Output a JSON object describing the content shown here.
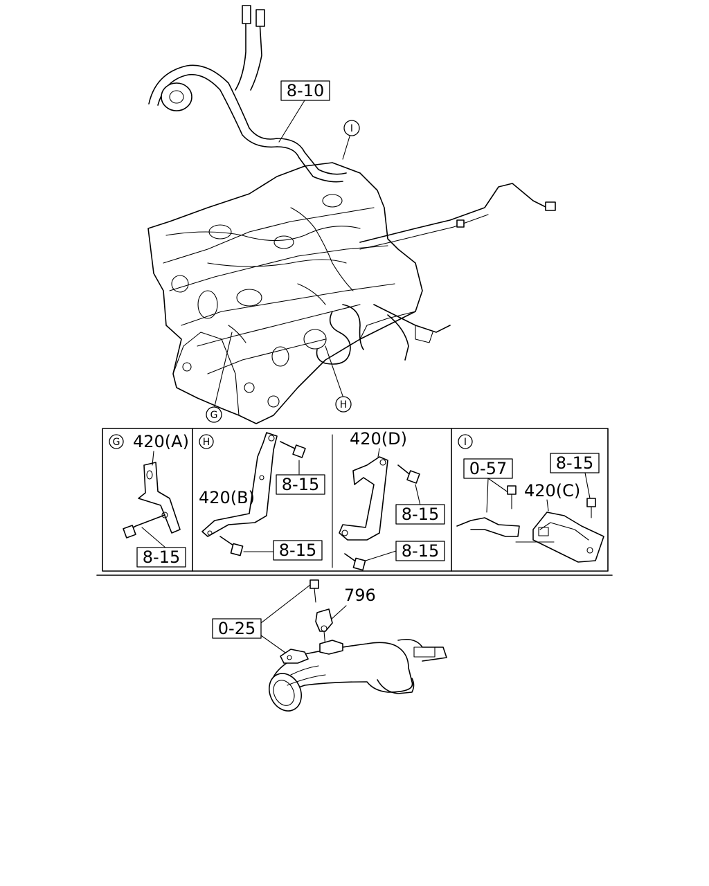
{
  "labels": {
    "harness_ref": "8-10",
    "bracket_a_title": "420(A)",
    "bracket_a_bolt": "8-15",
    "bracket_b_title": "420(B)",
    "bracket_b_bolt_top": "8-15",
    "bracket_b_bolt_bottom": "8-15",
    "bracket_d_title": "420(D)",
    "bracket_d_bolt_top": "8-15",
    "bracket_d_bolt_bottom": "8-15",
    "bracket_c_title": "420(C)",
    "bracket_c_bolt": "8-15",
    "bracket_c_screw": "0-57",
    "pipe_bolt": "0-25",
    "sensor": "796"
  },
  "callouts": {
    "g": "G",
    "h": "H",
    "i": "I"
  }
}
